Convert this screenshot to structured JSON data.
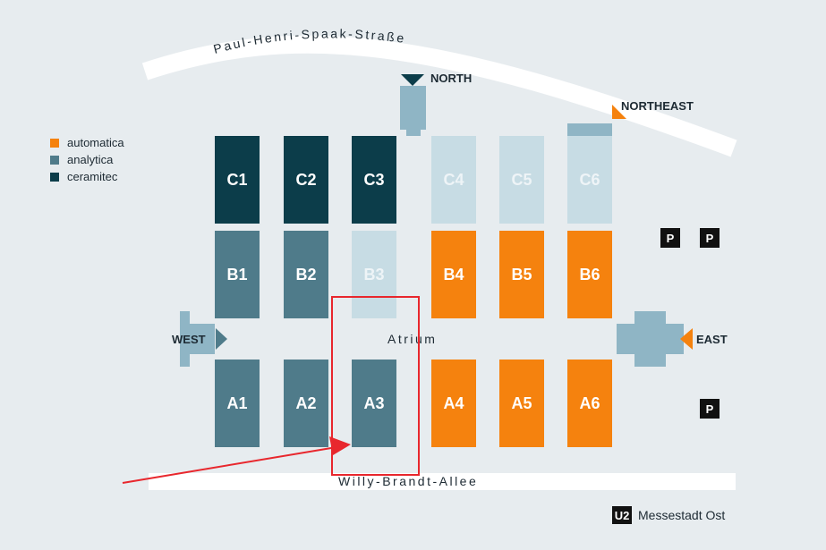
{
  "roads": {
    "north": "Paul-Henri-Spaak-Straße",
    "south": "Willy-Brandt-Allee"
  },
  "legend": [
    {
      "label": "automatica",
      "color": "#f5820e"
    },
    {
      "label": "analytica",
      "color": "#4f7b8a"
    },
    {
      "label": "ceramitec",
      "color": "#0c3d4a"
    }
  ],
  "entrances": {
    "north": "NORTH",
    "northeast": "NORTHEAST",
    "west": "WEST",
    "east": "EAST"
  },
  "halls": {
    "C1": "C1",
    "C2": "C2",
    "C3": "C3",
    "C4": "C4",
    "C5": "C5",
    "C6": "C6",
    "B1": "B1",
    "B2": "B2",
    "B3": "B3",
    "B4": "B4",
    "B5": "B5",
    "B6": "B6",
    "A1": "A1",
    "A2": "A2",
    "A3": "A3",
    "A4": "A4",
    "A5": "A5",
    "A6": "A6"
  },
  "atrium": "Atrium",
  "parking": {
    "label": "P"
  },
  "transit": {
    "line": "U2",
    "station": "Messestadt Ost"
  },
  "colors": {
    "background": "#e7ecef",
    "ceramitec": "#0c3d4a",
    "analytica": "#4f7b8a",
    "automatica": "#f5820e",
    "unassigned": "#c7dce4",
    "entrance": "#8fb5c5",
    "annotation": "#e8272d"
  },
  "icons": {
    "entrance_marker": "triangle-icon",
    "parking": "parking-icon",
    "subway": "u-bahn-icon"
  }
}
